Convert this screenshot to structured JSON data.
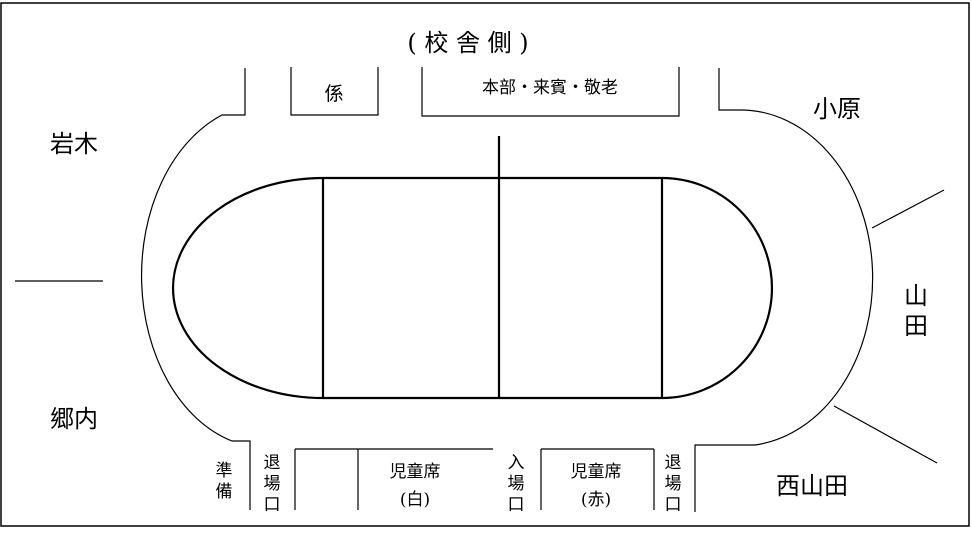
{
  "header": {
    "title": "( 校 舎 側 )"
  },
  "top": {
    "staff_label": "係",
    "hq_label": "本部・来賓・敬老"
  },
  "districts": {
    "iwaki": "岩木",
    "ohara": "小原",
    "yamada_top": "山",
    "yamada_bottom": "田",
    "gounai": "郷内",
    "nishiyamada": "西山田"
  },
  "bottom": {
    "prep": [
      "準",
      "備"
    ],
    "exit_left": [
      "退",
      "場",
      "口"
    ],
    "children_white": {
      "line1": "児童席",
      "line2": "(白)"
    },
    "entrance": [
      "入",
      "場",
      "口"
    ],
    "children_red": {
      "line1": "児童席",
      "line2": "(赤)"
    },
    "exit_right": [
      "退",
      "場",
      "口"
    ]
  },
  "colors": {
    "line": "#000000",
    "background": "#ffffff"
  }
}
